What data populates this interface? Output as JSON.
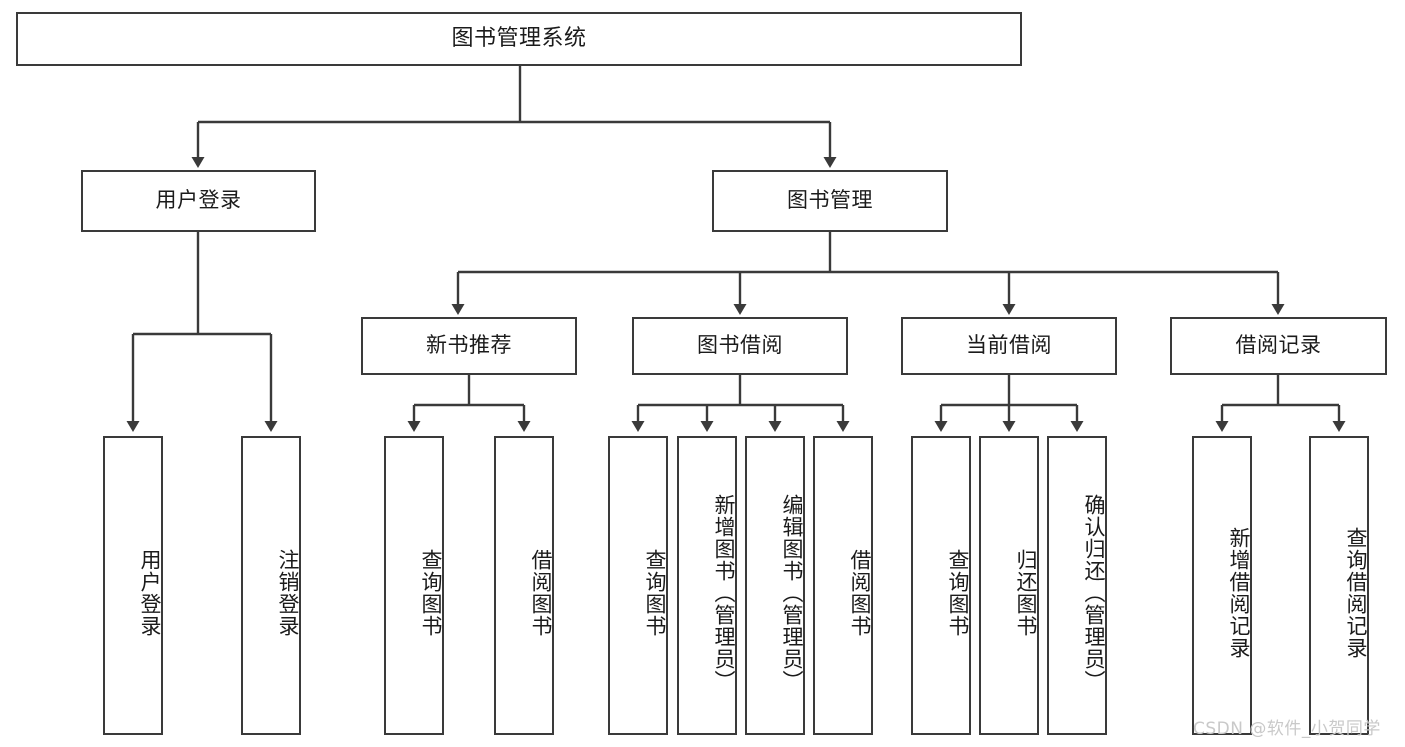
{
  "diagram": {
    "type": "tree-hierarchy",
    "title": "图书管理系统",
    "root": {
      "label": "图书管理系统"
    },
    "level1": [
      {
        "label": "用户登录"
      },
      {
        "label": "图书管理"
      }
    ],
    "level2": [
      {
        "label": "新书推荐"
      },
      {
        "label": "图书借阅"
      },
      {
        "label": "当前借阅"
      },
      {
        "label": "借阅记录"
      }
    ],
    "leaves": {
      "user_login": [
        {
          "label": "用户登录"
        },
        {
          "label": "注销登录"
        }
      ],
      "new_book": [
        {
          "label": "查询图书"
        },
        {
          "label": "借阅图书"
        }
      ],
      "book_borrow": [
        {
          "label": "查询图书"
        },
        {
          "label": "新增图书（管理员）"
        },
        {
          "label": "编辑图书（管理员）"
        },
        {
          "label": "借阅图书"
        }
      ],
      "current_borrow": [
        {
          "label": "查询图书"
        },
        {
          "label": "归还图书"
        },
        {
          "label": "确认归还（管理员）"
        }
      ],
      "borrow_record": [
        {
          "label": "新增借阅记录"
        },
        {
          "label": "查询借阅记录"
        }
      ]
    },
    "watermark": "CSDN @软件_小贺同学",
    "colors": {
      "stroke": "#3a3a3a",
      "fill": "#ffffff",
      "text": "#1b1b1b",
      "watermark": "#c9c9c9"
    }
  }
}
